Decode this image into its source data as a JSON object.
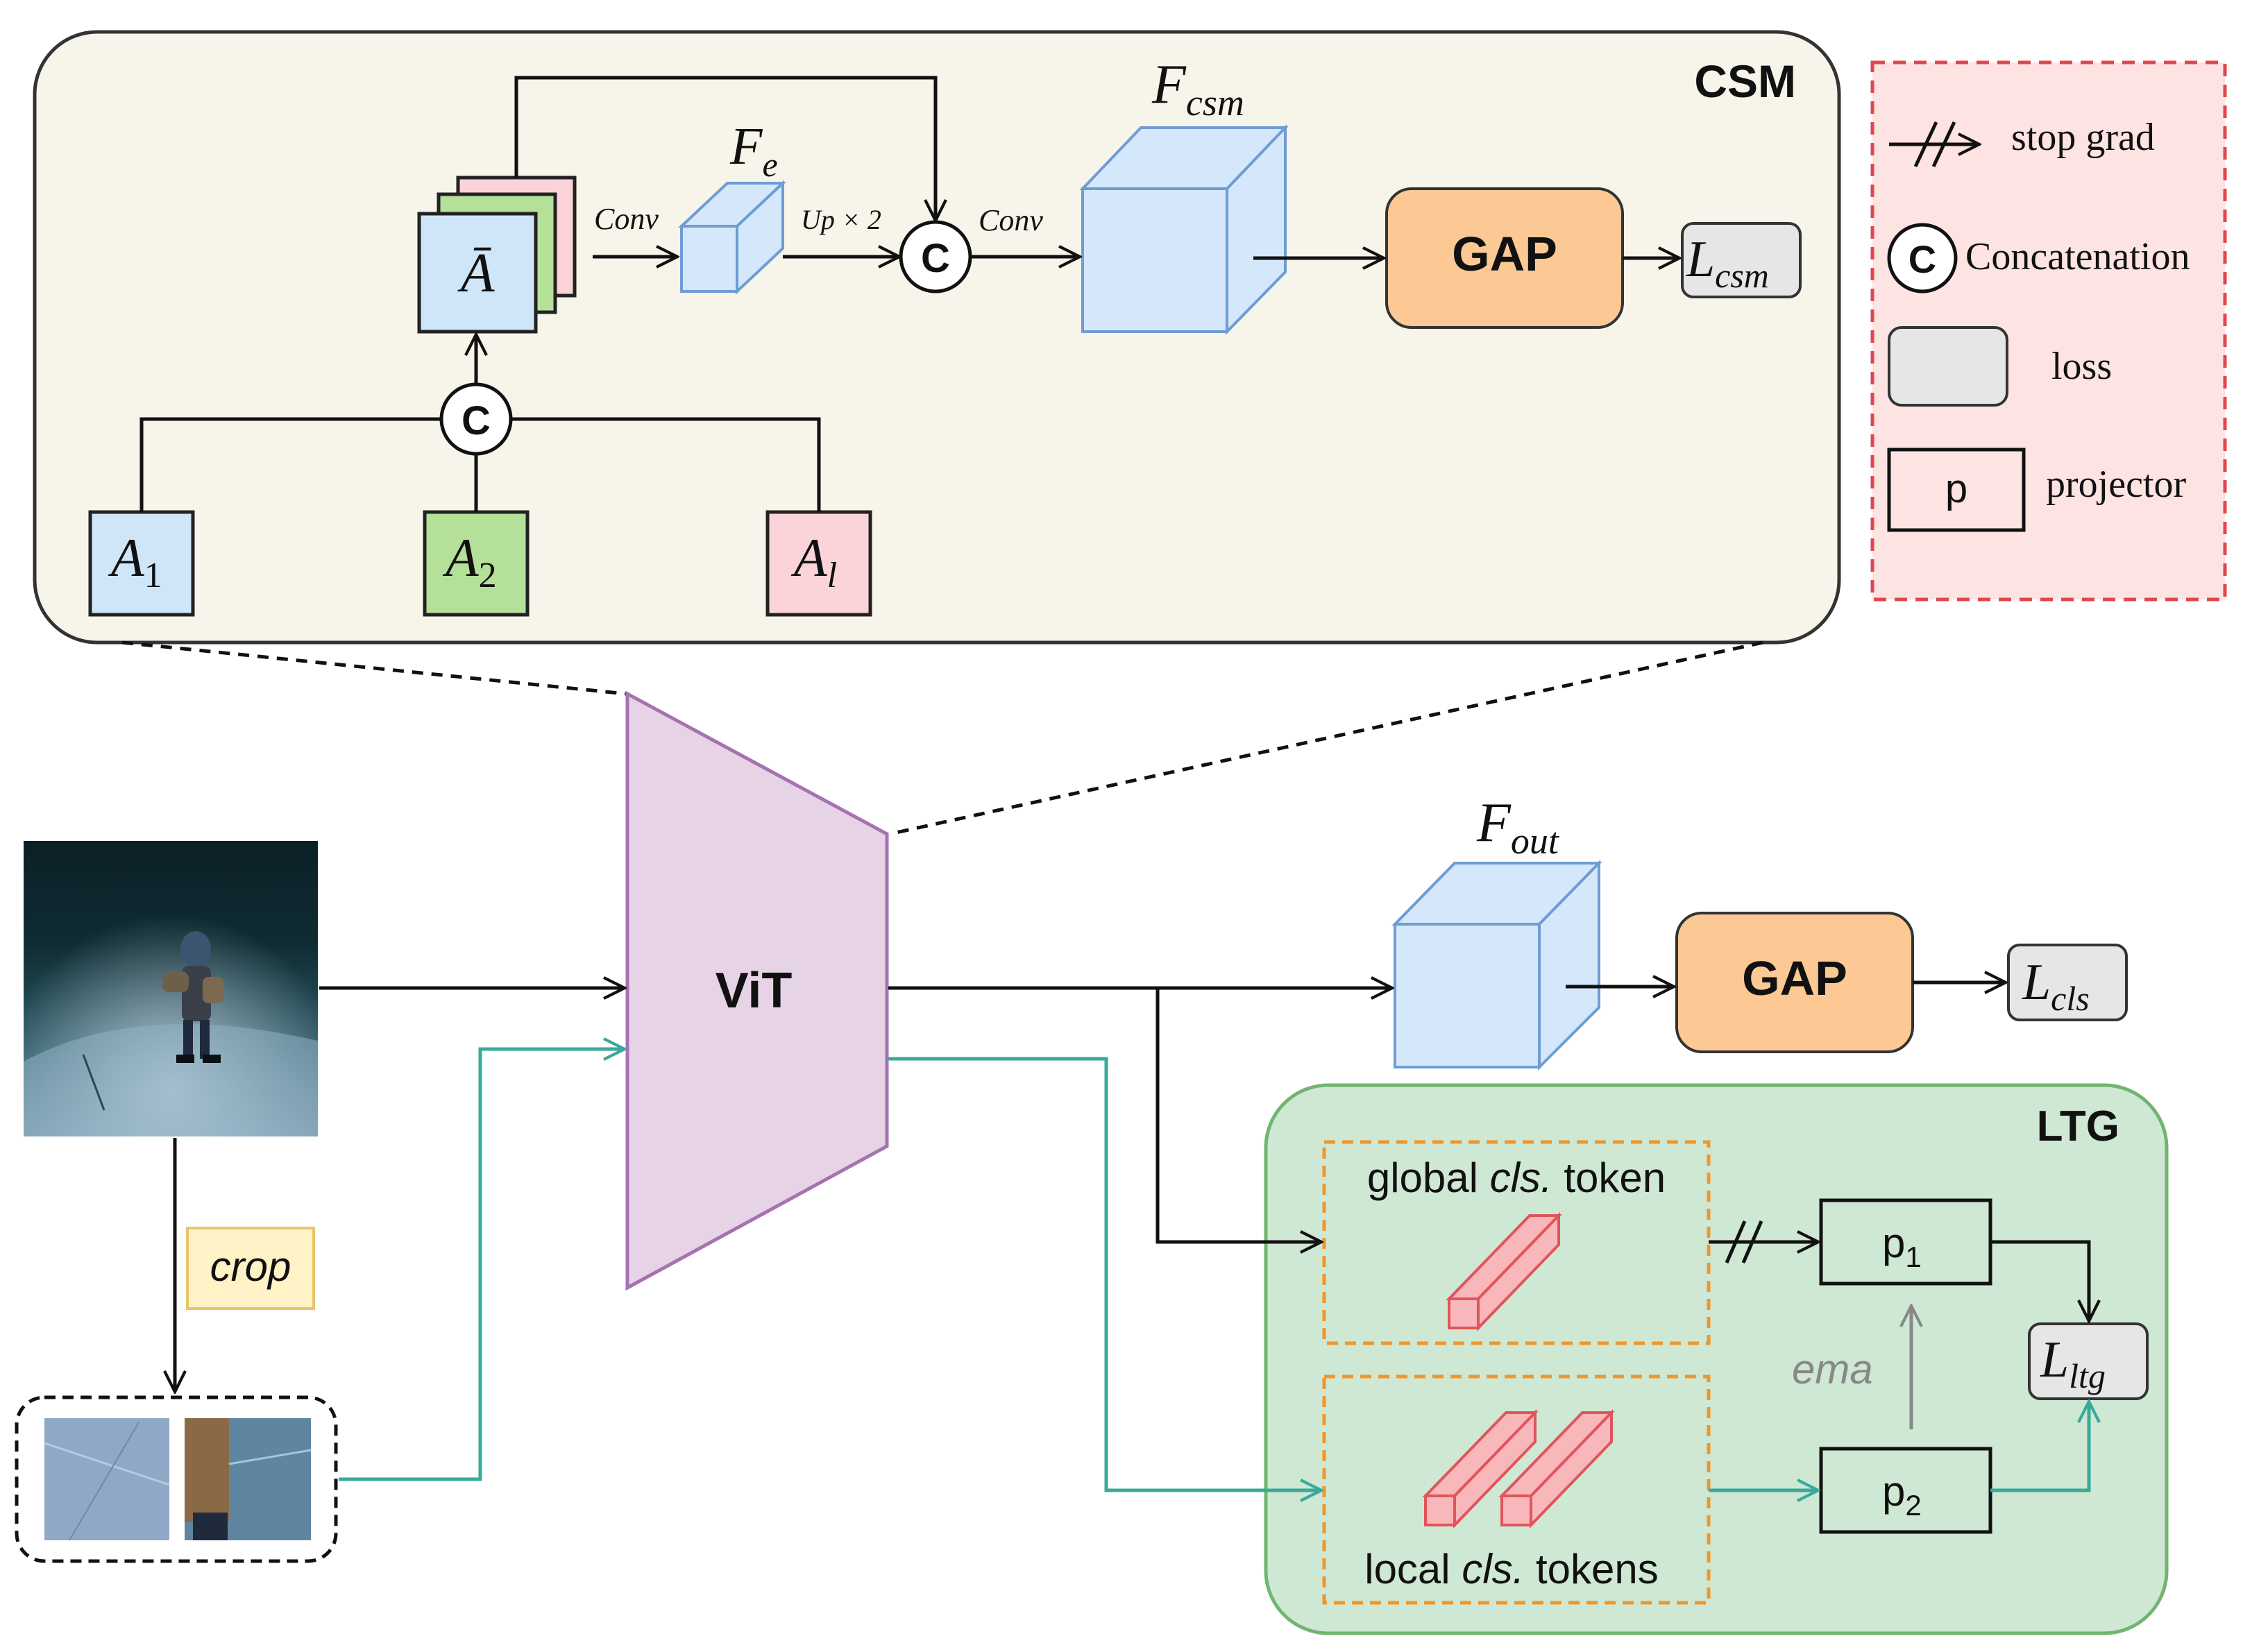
{
  "csm": {
    "title": "CSM",
    "a_bar": "Ā",
    "fe_main": "F",
    "fe_sub": "e",
    "fcsm_main": "F",
    "fcsm_sub": "csm",
    "conv1": "Conv",
    "up": "Up × 2",
    "conv2": "Conv",
    "gap": "GAP",
    "loss_main": "L",
    "loss_sub": "csm",
    "concat_symbol": "C",
    "a1_main": "A",
    "a1_sub": "1",
    "a2_main": "A",
    "a2_sub": "2",
    "al_main": "A",
    "al_sub": "l"
  },
  "legend": {
    "stop_grad": "stop grad",
    "concat_symbol": "C",
    "concatenation": "Concatenation",
    "loss": "loss",
    "projector_symbol": "p",
    "projector": "projector"
  },
  "main": {
    "vit": "ViT",
    "crop": "crop",
    "fout_main": "F",
    "fout_sub": "out",
    "gap": "GAP",
    "cls_main": "L",
    "cls_sub": "cls"
  },
  "ltg": {
    "title": "LTG",
    "global_pre": "global ",
    "global_ital": "cls.",
    "global_post": " token",
    "local_pre": "local ",
    "local_ital": "cls.",
    "local_post": " tokens",
    "p1_main": "p",
    "p1_sub": "1",
    "p2_main": "p",
    "p2_sub": "2",
    "ema": "ema",
    "loss_main": "L",
    "loss_sub": "ltg"
  },
  "colors": {
    "csm_bg": "#f7f4e9",
    "legend_bg": "#fde4e3",
    "legend_border": "#e0474c",
    "ltg_bg": "#cfe8d3",
    "ltg_border": "#71b56f",
    "vit_fill": "#e6d4e6",
    "vit_stroke": "#a672b2",
    "gap_fill": "#fcc995",
    "cube_fill": "#d5e8fb",
    "cube_stroke": "#6e9cd4",
    "blue_box": "#cfe6f8",
    "green_box": "#b4e09a",
    "pink_box": "#fad4d8",
    "loss_fill": "#e6e6e6",
    "teal": "#39a99a",
    "orange_dash": "#f0962a",
    "token_fill": "#f8b7ba",
    "token_stroke": "#e1545c",
    "crop_fill": "#fff2c6",
    "crop_stroke": "#e9c46a"
  }
}
